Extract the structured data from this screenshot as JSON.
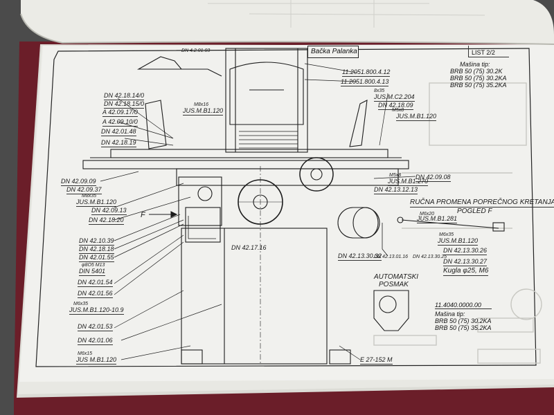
{
  "header": {
    "title_box": "Bačka Palanka",
    "sheet": "LIST 2/2"
  },
  "machine_types_top": {
    "heading": "Mašina tip:",
    "lines": [
      "BRB 50 (75) 30.2K",
      "BRB 50 (75) 30.2KA",
      "BRB 50 (75) 35.2KA"
    ]
  },
  "machine_types_bottom": {
    "code": "11.4040.0000.00",
    "heading": "Mašina tip:",
    "lines": [
      "BRB 50 (75) 30.2KA",
      "BRB 50 (75) 35.2KA"
    ]
  },
  "notes": {
    "manual_change": "RUČNA PROMENA POPREČNOG KRETANJA",
    "view": "POGLED F",
    "auto_feed_1": "AUTOMATSKI",
    "auto_feed_2": "POSMAK",
    "ball": "Kugla φ25, M6",
    "f_marker": "F"
  },
  "left_labels": [
    "DN 42.18.14/0",
    "DN 42.18.15/0",
    "A 42.09.17/0",
    "A 42.09.10/0",
    "DN 42.01.48",
    "DN 42.18.19",
    "DN 42.09.09",
    "DN 42.09.37",
    "M8x35",
    "JUS.M.B1.120",
    "DN 42.09.13",
    "DN 42.18.20",
    "DN 42.10.39",
    "DN 42.18.18",
    "DN 42.01.55",
    "φ8O5 M13",
    "DIN 5401",
    "DN 42.01.54",
    "DN 42.01.56",
    "M6x35",
    "JUS.M.B1.120-10.9",
    "DN 42.01.53",
    "DN 42.01.06",
    "M6x15",
    "JUS M.B1.120"
  ],
  "center_labels": [
    "DN 4.2.01.03",
    "M8x16",
    "JUS.M.B1.120",
    "11.2051.800.4.12",
    "11.2051.800.4.13",
    "DN 42.17.16",
    "DN 42.13.30.32",
    "DN 42.13.01.16",
    "DN 42.13.30.25",
    "E 27-152 M"
  ],
  "right_labels": [
    "8x35",
    "JUS.M.C2.204",
    "DN 42.18.09",
    "M5x8",
    "JUS.M.B1.120",
    "DN 42.09.08",
    "M5x8",
    "JUS.M.B1.270",
    "DN 42.13.12.13",
    "M6x20",
    "JUS.M.B1.281",
    "DN 42.13.30.26",
    "M6x35",
    "JUS.M.B1.120",
    "DN 42.13.30.27"
  ],
  "colors": {
    "paper": "#f2f2ef",
    "ink": "#1c1c1c",
    "cover": "#6e1f2a",
    "desk": "#4a4a4a",
    "ghost": "#c9c9c9"
  }
}
